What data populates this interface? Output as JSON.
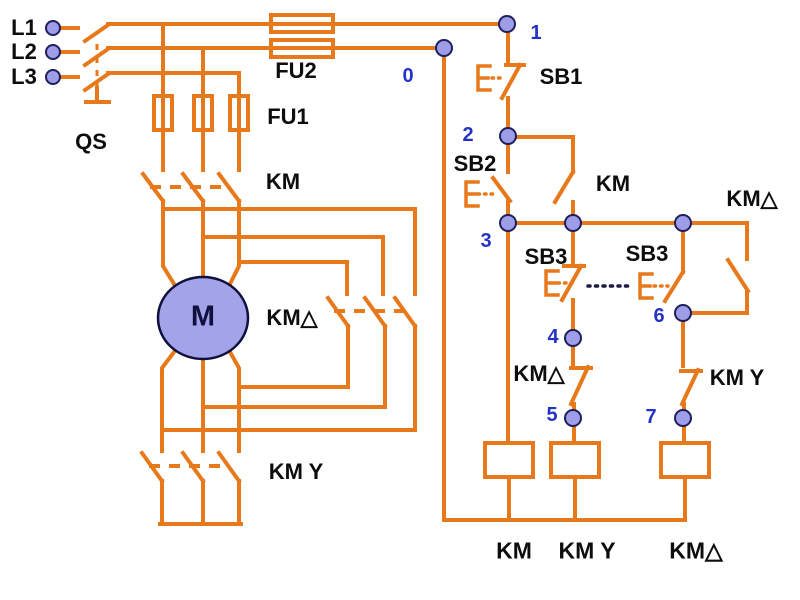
{
  "diagram_type": "star-delta motor starter schematic",
  "colors": {
    "wire": "#e8791b",
    "node_fill": "#9d9de8",
    "node_stroke": "#1f1f5c",
    "motor_fill": "#a3a3ea",
    "label_text": "#0d0d0d",
    "number_text": "#2433c4",
    "coupling_link": "#1b1b44",
    "background": "#ffffff"
  },
  "labels": {
    "phase_l1": "L1",
    "phase_l2": "L2",
    "phase_l3": "L3",
    "disconnect_switch": "QS",
    "control_fuse": "FU2",
    "main_fuse": "FU1",
    "main_contactor_power": "KM",
    "delta_contactor_power": "KM△",
    "motor": "M",
    "star_contactor_power": "KM Y",
    "stop_button": "SB1",
    "start_button": "SB2",
    "seal_in_contact": "KM",
    "delta_aux_contact": "KM△",
    "transfer_button_nc": "SB3",
    "transfer_button_no": "SB3",
    "delta_interlock_contact": "KM△",
    "star_interlock_contact": "KM Y",
    "coil_main": "KM",
    "coil_star": "KM Y",
    "coil_delta": "KM△"
  },
  "nodes": {
    "n0": "0",
    "n1": "1",
    "n2": "2",
    "n3": "3",
    "n4": "4",
    "n5": "5",
    "n6": "6",
    "n7": "7"
  }
}
